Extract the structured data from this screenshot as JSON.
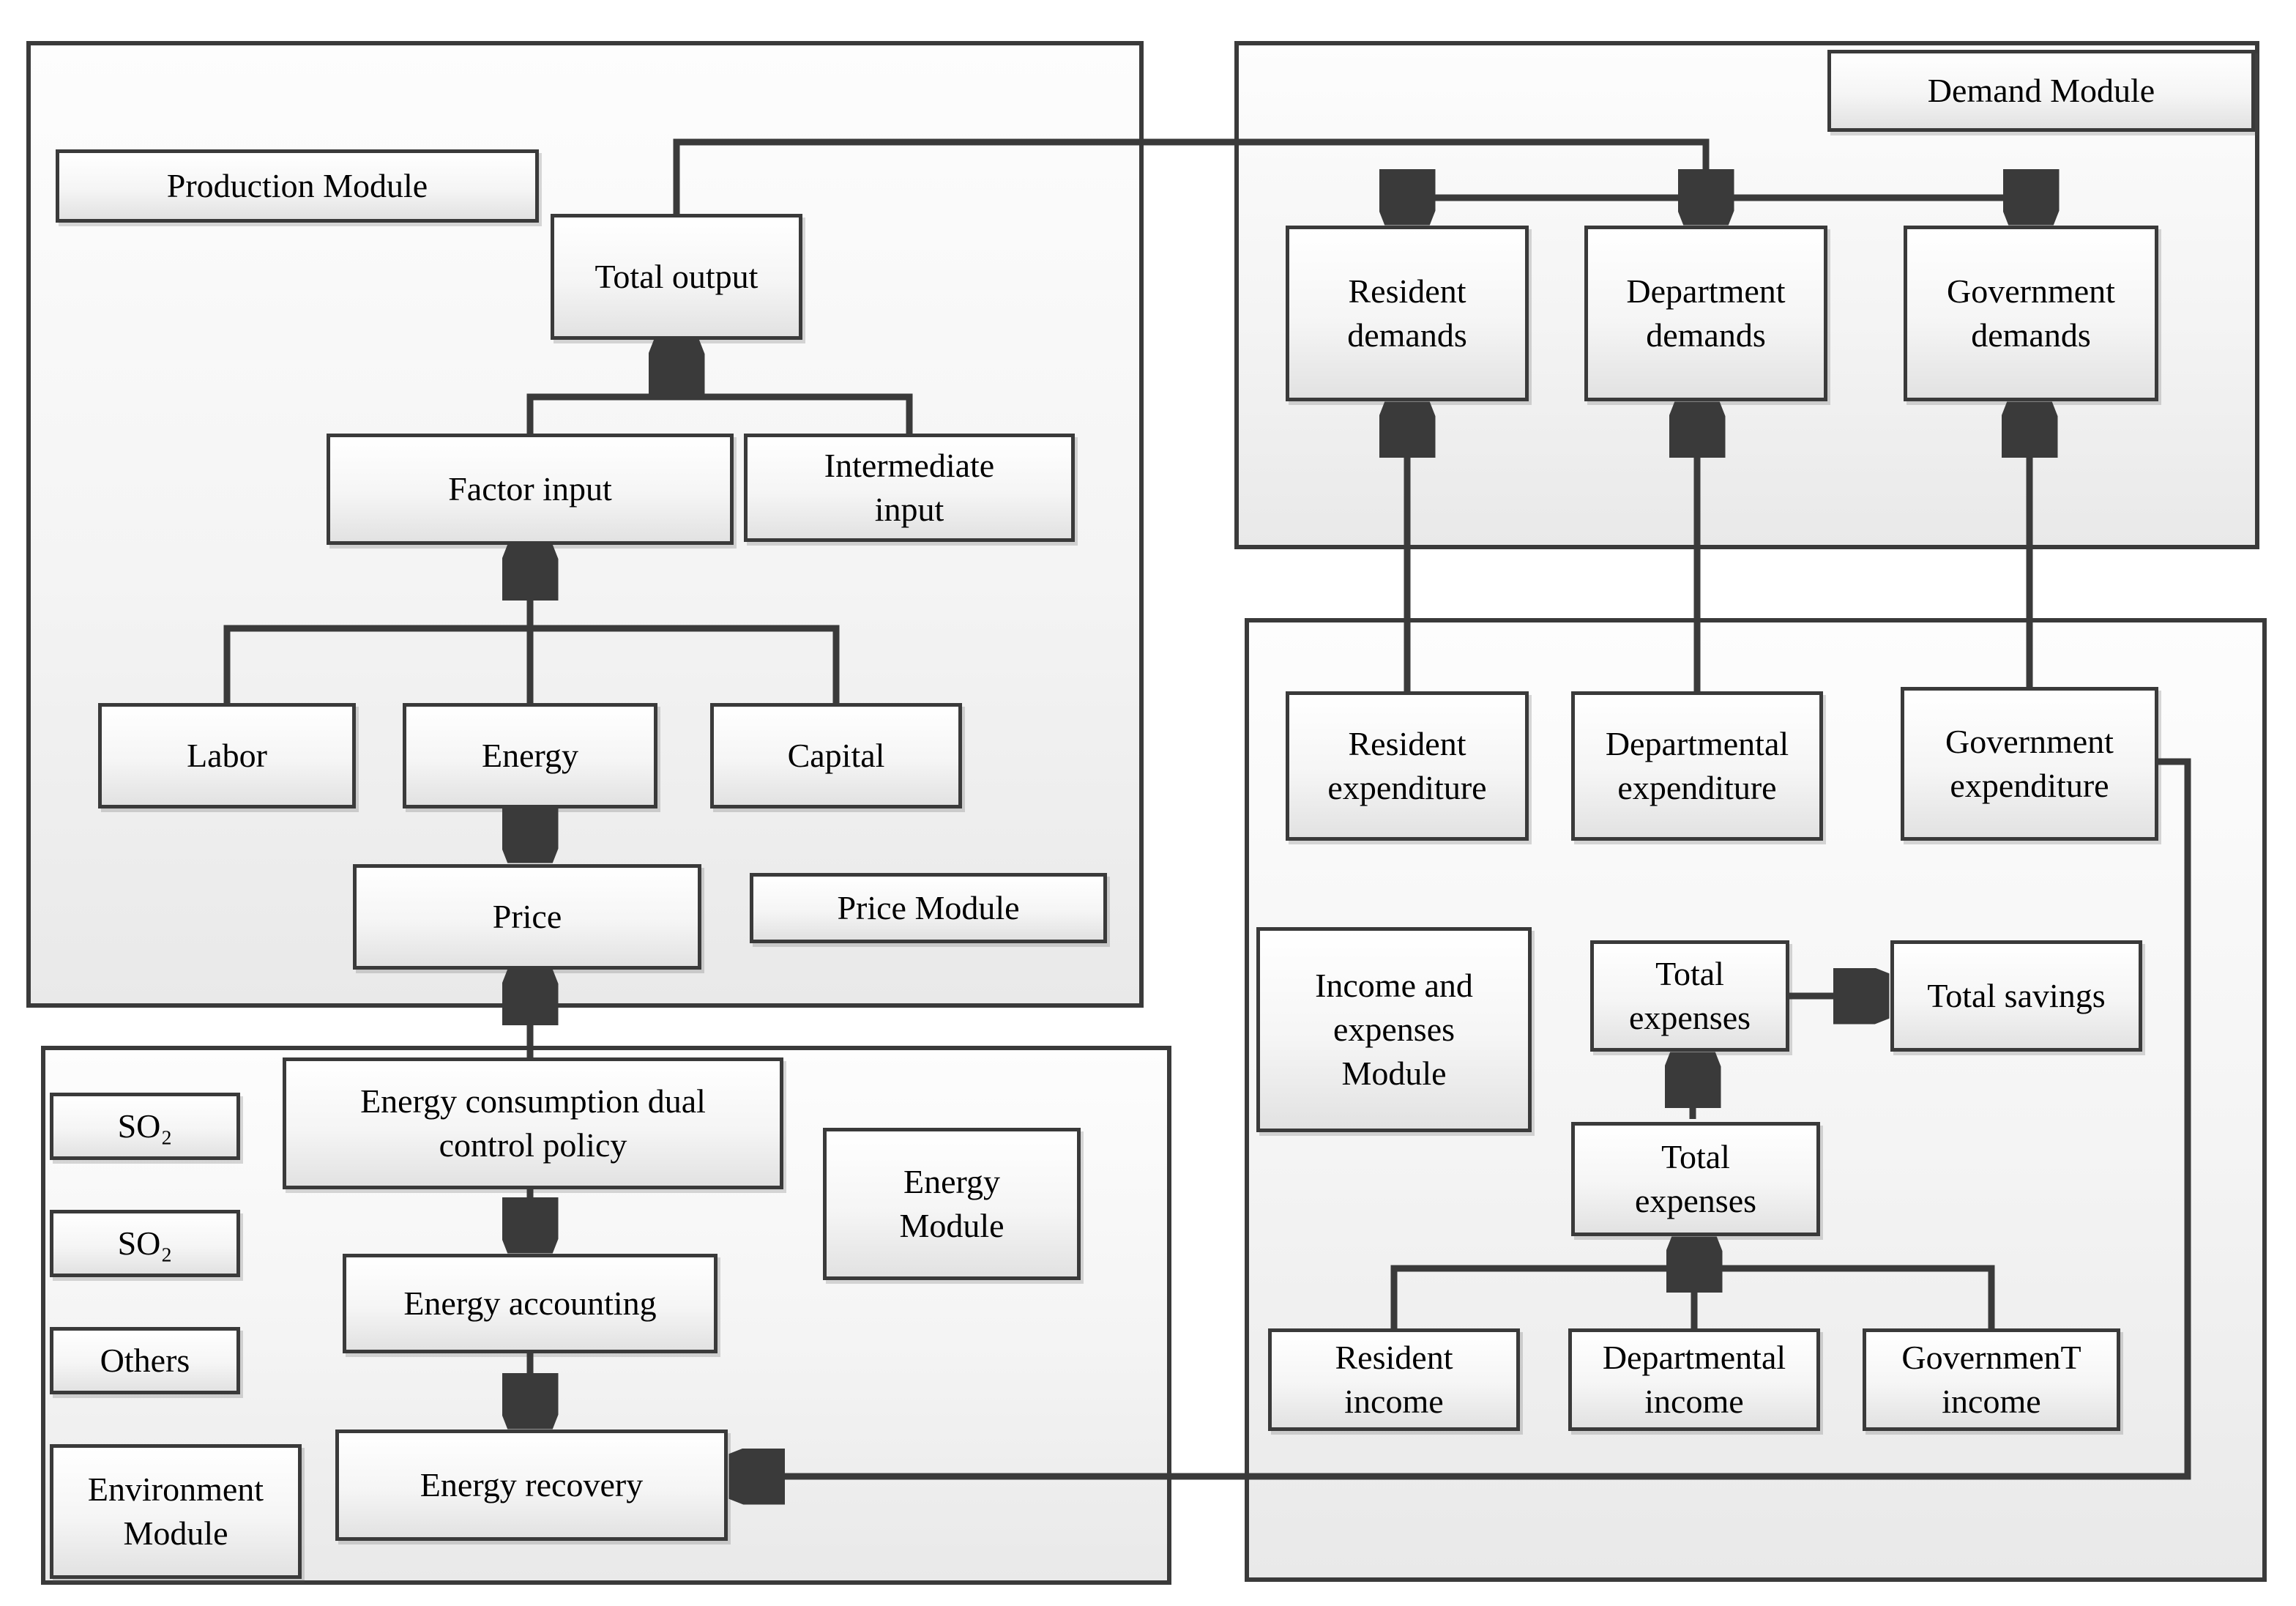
{
  "production": {
    "title": "Production Module",
    "total_output": "Total output",
    "factor_input": "Factor input",
    "intermediate_input": "Intermediate\ninput",
    "labor": "Labor",
    "energy": "Energy",
    "capital": "Capital"
  },
  "price": {
    "title": "Price Module",
    "price": "Price"
  },
  "demand": {
    "title": "Demand Module",
    "resident_demands": "Resident\ndemands",
    "department_demands": "Department\ndemands",
    "government_demands": "Government\ndemands"
  },
  "income_expenses": {
    "title": "Income and\nexpenses\nModule",
    "resident_expenditure": "Resident\nexpenditure",
    "departmental_expenditure": "Departmental\nexpenditure",
    "government_expenditure": "Government\nexpenditure",
    "total_expenses_top": "Total\nexpenses",
    "total_savings": "Total savings",
    "total_expenses_bottom": "Total\nexpenses",
    "resident_income": "Resident\nincome",
    "departmental_income": "Departmental\nincome",
    "government_income": "GovernmenT\nincome"
  },
  "energy_module": {
    "title": "Energy\nModule",
    "dual_control_policy": "Energy consumption dual\ncontrol policy",
    "energy_accounting": "Energy accounting",
    "energy_recovery": "Energy recovery"
  },
  "environment": {
    "title": "Environment\nModule",
    "pollutants": [
      "SO₂",
      "SO₂",
      "Others"
    ]
  },
  "colors": {
    "line": "#3a3a3a",
    "box_border": "#3a3a3a",
    "box_fill_top": "#ffffff",
    "box_fill_bottom": "#e2e2e2",
    "container_fill_bottom": "#e9e9e9"
  }
}
